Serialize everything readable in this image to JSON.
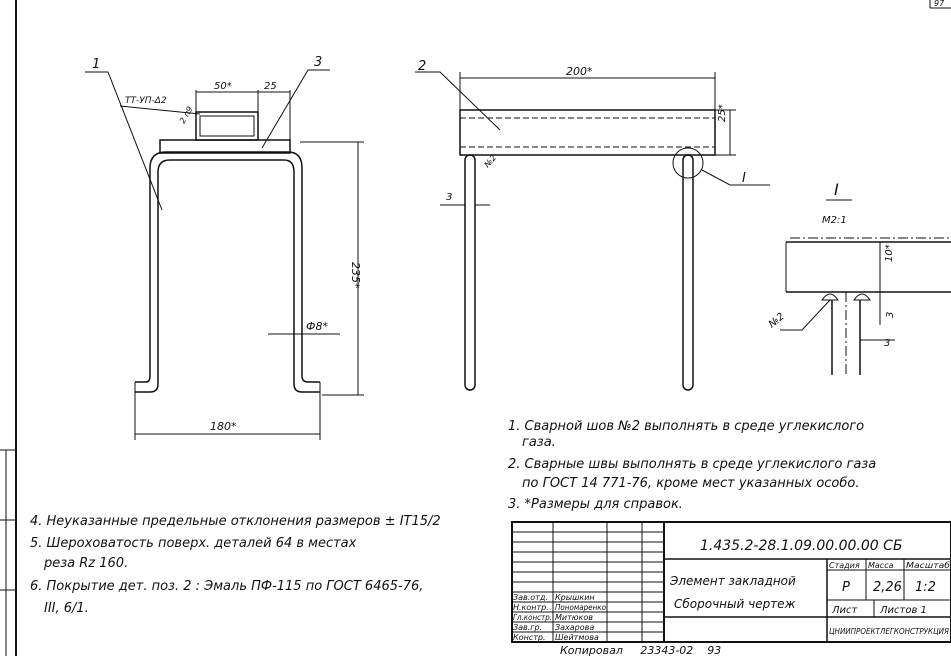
{
  "sheet_corner": "97",
  "left_view": {
    "label_1": "1",
    "label_3": "3",
    "dim_50": "50*",
    "dim_25": "25",
    "weld_mark": "ТТ-УП-Δ2",
    "weld_size": "2 п9",
    "dim_235": "235*",
    "dim_d8": "Ф8*",
    "dim_180": "180*"
  },
  "front_view": {
    "label_2": "2",
    "dim_200": "200*",
    "dim_25": "25*",
    "dim_3": "3",
    "weld_no": "№2",
    "detail_ref": "I"
  },
  "detail": {
    "title": "I",
    "scale": "М2:1",
    "dim_10": "10*",
    "dim_3a": "3",
    "dim_3b": "3",
    "weld_no": "№2"
  },
  "notes_right": [
    "1. Сварной шов №2 выполнять в среде углекислого",
    "газа.",
    "2. Сварные швы выполнять  в среде углекислого газа",
    "по ГОСТ 14 771-76, кроме мест указанных особо.",
    "3. *Размеры для  справок."
  ],
  "notes_left": [
    "4. Неуказанные предельные отклонения размеров ± IT15/2",
    "5. Шероховатость поверх. деталей  64  в местах",
    "реза  Rz 160.",
    "6. Покрытие  дет. поз. 2 : Эмаль  ПФ-115 по ГОСТ 6465-76,",
    "III, 6/1."
  ],
  "title_block": {
    "designation": "1.435.2-28.1.09.00.00.00 СБ",
    "name_1": "Элемент закладной",
    "name_2": "Сборочный чертеж",
    "stage_h": "Стадия",
    "mass_h": "Масса",
    "scale_h": "Масштаб",
    "stage": "Р",
    "mass": "2,26",
    "scale": "1:2",
    "sheet": "Лист",
    "sheets": "Листов 1",
    "org": "ЦНИИПРОЕКТЛЕГКОНСТРУКЦИЯ",
    "signers": [
      {
        "role": "Зав.отд.",
        "name": "Крышкин"
      },
      {
        "role": "Н.контр.",
        "name": "Пономаренко"
      },
      {
        "role": "Гл.констр.",
        "name": "Митюков"
      },
      {
        "role": "Зав.гр.",
        "name": "Захарова"
      },
      {
        "role": "Констр.",
        "name": "Шейтмова"
      }
    ],
    "footer": "Копировал     23343-02    93"
  }
}
